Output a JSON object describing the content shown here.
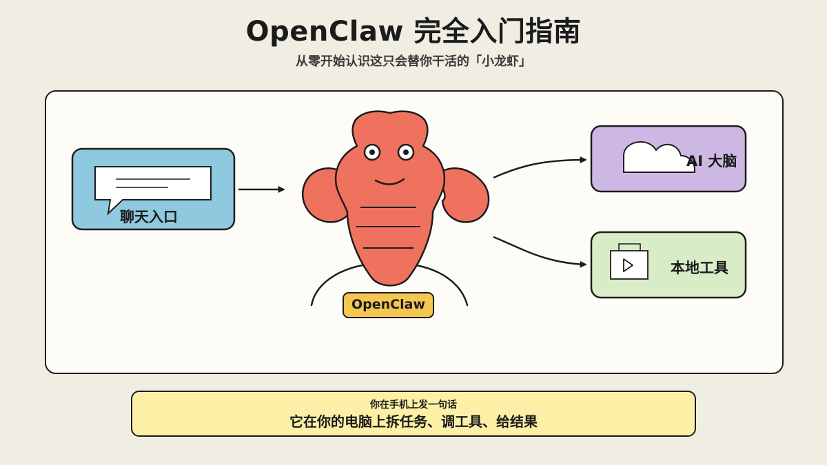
{
  "header": {
    "title": "OpenClaw 完全入门指南",
    "subtitle": "从零开始认识这只会替你干活的「小龙虾」"
  },
  "diagram": {
    "chat_label": "聊天入口",
    "center_label": "OpenClaw",
    "brain_label": "AI 大脑",
    "tools_label": "本地工具"
  },
  "footer": {
    "line1": "你在手机上发一句话",
    "line2": "它在你的电脑上拆任务、调工具、给结果"
  },
  "colors": {
    "background": "#f0ede3",
    "chat_box": "#8fc9df",
    "lobster": "#ef725f",
    "badge": "#f6c653",
    "brain_box": "#cdb8e3",
    "tools_box": "#d9ecc8",
    "footer_box": "#fcf0a6"
  },
  "icons": [
    "speech-bubble-icon",
    "lobster-mascot",
    "cloud-icon",
    "folder-play-icon",
    "arrow-right-icon"
  ]
}
